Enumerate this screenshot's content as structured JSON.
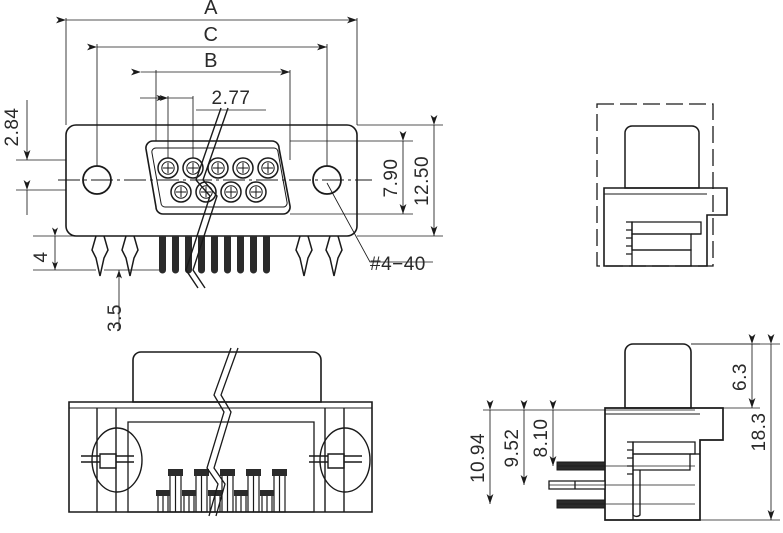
{
  "drawing": {
    "title": "D-SUB 9-pin right-angle PCB connector outline drawing",
    "units": "mm",
    "line_color": "#1a1a1a",
    "pin_fill": "#2b2b2b",
    "background": "#ffffff"
  },
  "views": {
    "front": {
      "name": "front-view",
      "label": "",
      "pin_rows": [
        5,
        4
      ],
      "pin_tail_count": 9,
      "mounting_holes": 2,
      "boardlock_legs": 4
    },
    "top_right": {
      "name": "end-view-boxed",
      "label": "",
      "boxed": true,
      "box_style": "dash-dot"
    },
    "bottom_left": {
      "name": "rear-view",
      "label": "",
      "contact_posts": 9
    },
    "bottom_right": {
      "name": "side-section-view",
      "label": "",
      "lead_count": 3
    }
  },
  "dimensions": {
    "overall_width_A": "A",
    "hole_pitch_C": "C",
    "shell_width_B": "B",
    "pin_pitch": "2.77",
    "flange_top_offset": "2.84",
    "shell_height": "7.90",
    "flange_height": "12.50",
    "tail_gap": "4",
    "tail_length": "3.5",
    "thread_note": "#4−40",
    "lead_span_upper": "10.94",
    "lead_span_mid": "9.52",
    "lead_span_lower": "8.10",
    "shell_depth": "6.3",
    "overall_depth": "18.3"
  },
  "labels": {
    "A": "A",
    "C": "C",
    "B": "B",
    "d277": "2.77",
    "d284": "2.84",
    "d790": "7.90",
    "d1250": "12.50",
    "d4": "4",
    "d35": "3.5",
    "thread": "#4−40",
    "d1094": "10.94",
    "d952": "9.52",
    "d810": "8.10",
    "d63": "6.3",
    "d183": "18.3"
  }
}
